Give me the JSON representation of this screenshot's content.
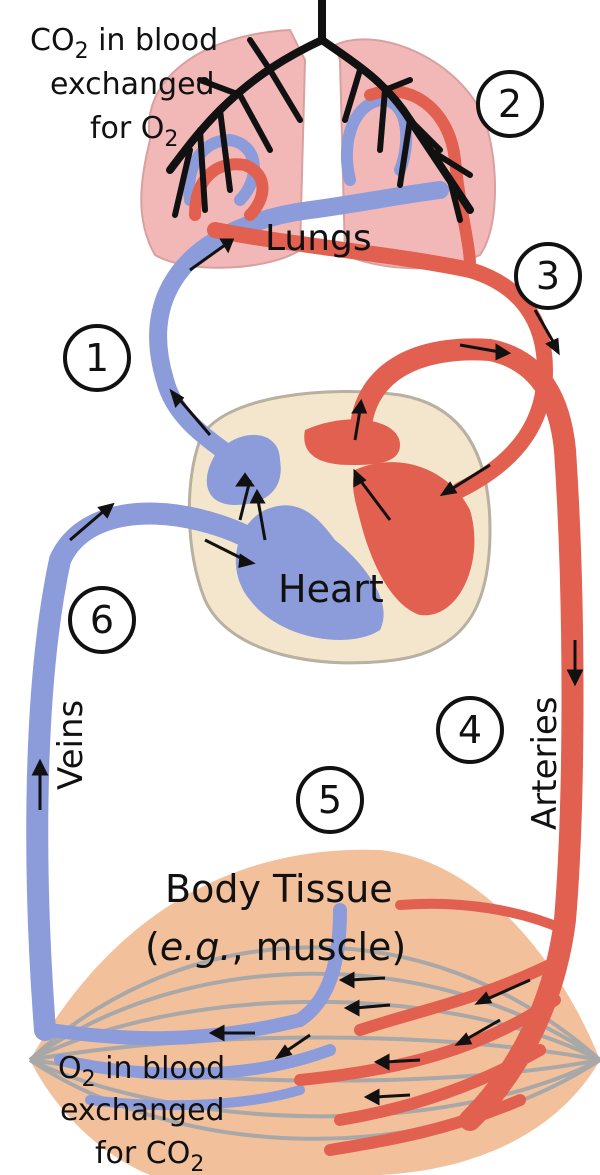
{
  "labels": {
    "co2_top_line1": "CO",
    "co2_top_sub": "2",
    "co2_top_line1_rest": " in blood",
    "co2_top_line2": "exchanged",
    "co2_top_line3": "for O",
    "co2_top_line3_sub": "2",
    "lungs": "Lungs",
    "heart": "Heart",
    "veins": "Veins",
    "arteries": "Arteries",
    "body_tissue": "Body Tissue",
    "body_tissue_example_open": "(",
    "body_tissue_example_italic": "e.g.",
    "body_tissue_example_rest": ", muscle)",
    "o2_bottom_line1": "O",
    "o2_bottom_sub": "2",
    "o2_bottom_line1_rest": " in blood",
    "o2_bottom_line2": "exchanged",
    "o2_bottom_line3": "for CO",
    "o2_bottom_line3_sub": "2"
  },
  "steps": [
    "1",
    "2",
    "3",
    "4",
    "5",
    "6"
  ],
  "colors": {
    "deoxygenated": "#8c9bd9",
    "oxygenated": "#e2604f",
    "lung_fill": "#f2b8b8",
    "heart_sac": "#f4e6cc",
    "muscle_fill": "#f3c09c",
    "muscle_lines": "#a8a8a8",
    "airway": "#111111"
  }
}
